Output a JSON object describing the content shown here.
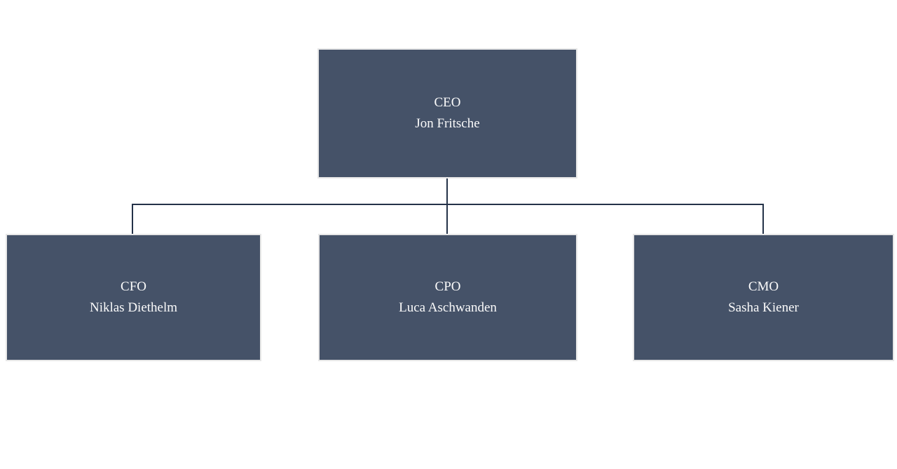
{
  "org_chart": {
    "root": {
      "title": "CEO",
      "name": "Jon Fritsche"
    },
    "children": [
      {
        "title": "CFO",
        "name": "Niklas Diethelm"
      },
      {
        "title": "CPO",
        "name": "Luca Aschwanden"
      },
      {
        "title": "CMO",
        "name": "Sasha Kiener"
      }
    ],
    "colors": {
      "node_fill": "#455268",
      "node_border": "#e7e7e7",
      "node_text": "#fbfbfb",
      "connector": "#243248"
    }
  }
}
